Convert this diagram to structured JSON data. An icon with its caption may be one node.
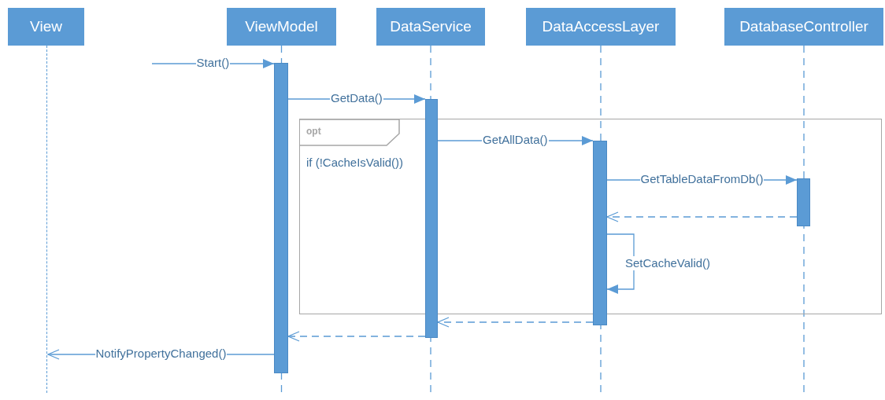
{
  "diagram": {
    "nodes": [
      {
        "text": [
          "View"
        ]
      },
      {
        "text": [
          "ViewModel"
        ]
      },
      {
        "text": [
          "DataService"
        ]
      },
      {
        "text": [
          "DataAccessLayer"
        ]
      },
      {
        "text": [
          "DatabaseController"
        ]
      },
      {
        "text": [],
        "shape": "line"
      },
      {
        "text": [],
        "shape": "bar"
      },
      {
        "text": [],
        "shape": "bar"
      },
      {
        "text": [],
        "shape": "bar"
      },
      {
        "text": [],
        "shape": "bar",
        "in": 10
      },
      {
        "text": [
          "opt",
          "if (!CacheIsValid())"
        ]
      }
    ],
    "edges": [
      {
        "from": null,
        "to": 6,
        "arrow": "to",
        "label": "Start()"
      },
      {
        "from": 6,
        "to": 7,
        "arrow": "to",
        "label": "GetData()"
      },
      {
        "from": 7,
        "to": 8,
        "arrow": "to",
        "label": "GetAllData()"
      },
      {
        "from": 8,
        "to": 9,
        "arrow": "to",
        "label": "GetTableDataFromDb()"
      },
      {
        "from": 9,
        "to": 8,
        "arrow": "to",
        "style": "dashed"
      },
      {
        "from": 8,
        "to": 8,
        "arrow": "to",
        "label": "SetCacheValid()"
      },
      {
        "from": 8,
        "to": 7,
        "arrow": "to",
        "style": "dashed"
      },
      {
        "from": 7,
        "to": 6,
        "arrow": "to",
        "style": "dashed"
      },
      {
        "from": 6,
        "to": 5,
        "arrow": "to",
        "label": "NotifyPropertyChanged()"
      }
    ]
  }
}
